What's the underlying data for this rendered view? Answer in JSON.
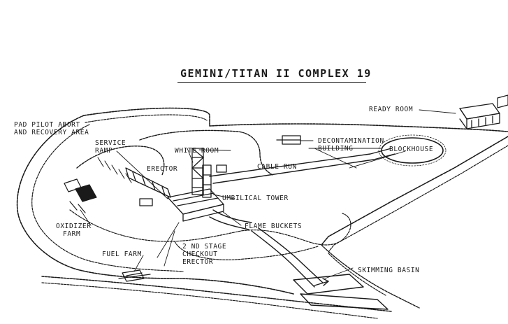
{
  "title": "GEMINI/TITAN II COMPLEX 19",
  "labels": {
    "ready_room": "READY ROOM",
    "pad_pilot_abort_1": "PAD PILOT ABORT",
    "pad_pilot_abort_2": "AND RECOVERY AREA",
    "service_ramp_1": "SERVICE",
    "service_ramp_2": "RAMP",
    "white_room": "WHITE ROOM",
    "decontamination_1": "DECONTAMINATION",
    "decontamination_2": "BUILDING",
    "blockhouse": "BLOCKHOUSE",
    "erector": "ERECTOR",
    "cable_run": "CABLE RUN",
    "umbilical_tower": "UMBILICAL TOWER",
    "oxidizer_farm_1": "OXIDIZER",
    "oxidizer_farm_2": "FARM",
    "flame_buckets": "FLAME BUCKETS",
    "fuel_farm": "FUEL FARM",
    "second_stage_1": "2 ND STAGE",
    "second_stage_2": "CHECKOUT",
    "second_stage_3": "ERECTOR",
    "skimming_basin": "SKIMMING BASIN"
  },
  "colors": {
    "ink": "#1a1a1a",
    "paper": "#ffffff"
  }
}
